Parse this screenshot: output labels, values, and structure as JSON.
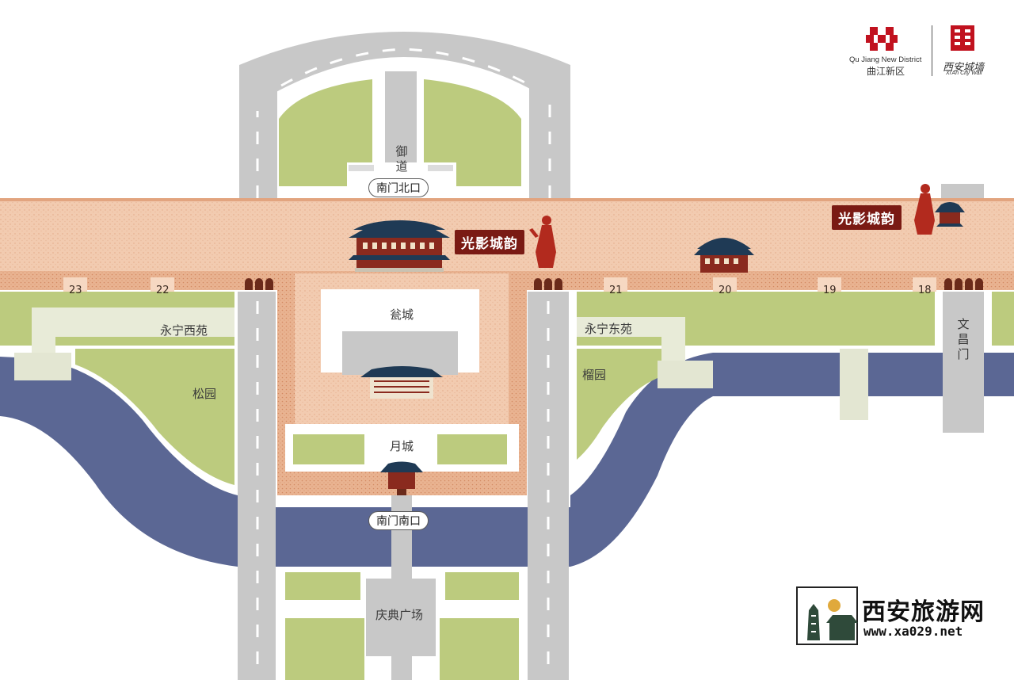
{
  "colors": {
    "road": "#c8c8c8",
    "road_dash": "#ffffff",
    "park": "#bccb7e",
    "moat": "#5b6794",
    "wall_top": "#f2cbb0",
    "wall_edge": "#dc9a72",
    "badge": "#7a1a14",
    "roof": "#1f3a55"
  },
  "labels": {
    "imperial_road": "御道",
    "south_gate_north": "南门北口",
    "south_gate_south": "南门南口",
    "wengcheng": "瓮城",
    "yuecheng": "月城",
    "yongning_west": "永宁西苑",
    "yongning_east": "永宁东苑",
    "songyuan": "松园",
    "liuyuan": "榴园",
    "wenchang_gate": "文昌门",
    "celebration_square": "庆典广场",
    "light_show_1": "光影城韵",
    "light_show_2": "光影城韵"
  },
  "bastions": [
    "23",
    "22",
    "21",
    "20",
    "19",
    "18"
  ],
  "logos": {
    "qujiang_en": "Qu Jiang New District",
    "qujiang_zh": "曲江新区",
    "citywall_zh": "西安城墙",
    "citywall_en": "Xi'An City Wall"
  },
  "watermark": {
    "site_name": "西安旅游网",
    "url": "www.xa029.net"
  }
}
